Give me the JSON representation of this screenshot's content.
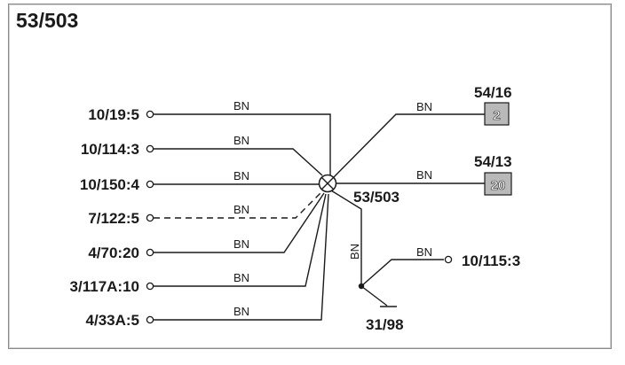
{
  "diagram": {
    "title": "53/503",
    "splice": {
      "label": "53/503"
    },
    "left_connectors": [
      {
        "label": "10/19:5",
        "wire": "BN",
        "style": "solid"
      },
      {
        "label": "10/114:3",
        "wire": "BN",
        "style": "solid"
      },
      {
        "label": "10/150:4",
        "wire": "BN",
        "style": "solid"
      },
      {
        "label": "7/122:5",
        "wire": "BN",
        "style": "dashed"
      },
      {
        "label": "4/70:20",
        "wire": "BN",
        "style": "solid"
      },
      {
        "label": "3/117A:10",
        "wire": "BN",
        "style": "solid"
      },
      {
        "label": "4/33A:5",
        "wire": "BN",
        "style": "solid"
      }
    ],
    "right_components": [
      {
        "label": "54/16",
        "pin": "2",
        "wire": "BN"
      },
      {
        "label": "54/13",
        "pin": "20",
        "wire": "BN"
      }
    ],
    "down_branch": {
      "wire": "BN",
      "tap_connector": {
        "label": "10/115:3",
        "wire": "BN"
      },
      "ground": {
        "label": "31/98"
      }
    }
  }
}
